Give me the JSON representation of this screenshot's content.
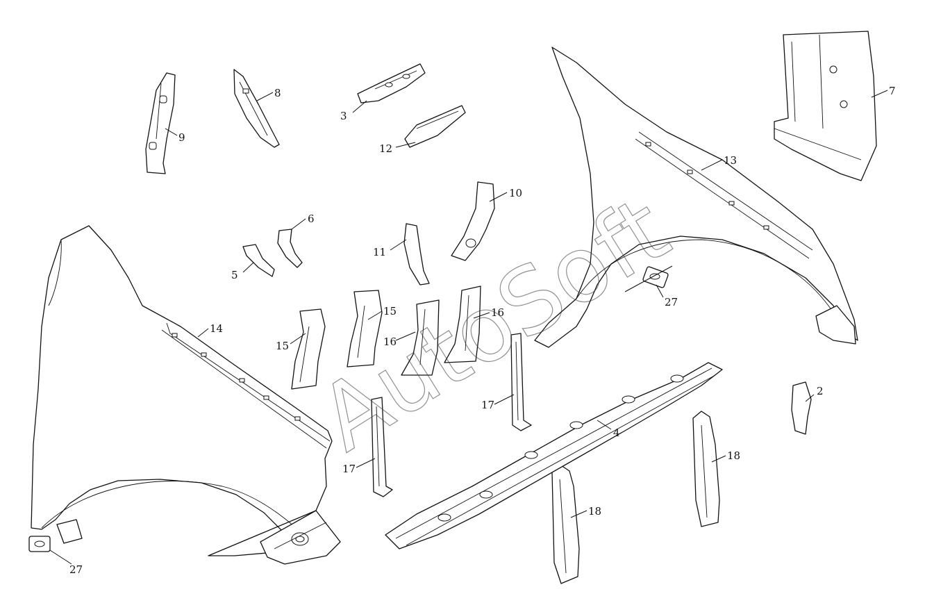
{
  "watermark": "AutoSoft",
  "callouts": {
    "c2": "2",
    "c3": "3",
    "c4": "4",
    "c5": "5",
    "c6": "6",
    "c7": "7",
    "c8": "8",
    "c9": "9",
    "c10": "10",
    "c11": "11",
    "c12": "12",
    "c13": "13",
    "c14": "14",
    "c15a": "15",
    "c15b": "15",
    "c16a": "16",
    "c16b": "16",
    "c17a": "17",
    "c17b": "17",
    "c18a": "18",
    "c18b": "18",
    "c27a": "27",
    "c27b": "27"
  },
  "colors": {
    "line": "#111111",
    "background": "#ffffff"
  }
}
